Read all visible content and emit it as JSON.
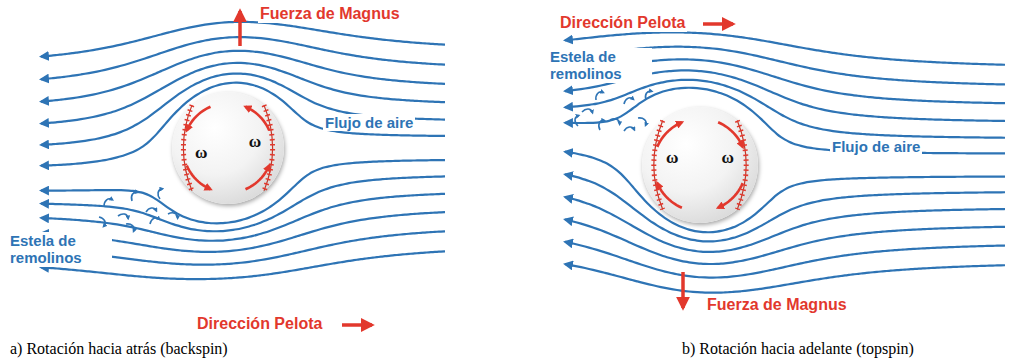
{
  "diagram": {
    "nodes": [
      {
        "text": [
          "ω",
          "ω"
        ]
      },
      {
        "text": [
          "ω",
          "ω"
        ]
      }
    ],
    "labels": [
      "Fuerza de Magnus",
      "Flujo de aire",
      "Estela de remolinos",
      "Dirección Pelota",
      "a) Rotación hacia atrás (backspin)",
      "Dirección Pelota",
      "Estela de remolinos",
      "Flujo de aire",
      "Fuerza de Magnus",
      "b) Rotación hacia adelante (topspin)"
    ]
  }
}
